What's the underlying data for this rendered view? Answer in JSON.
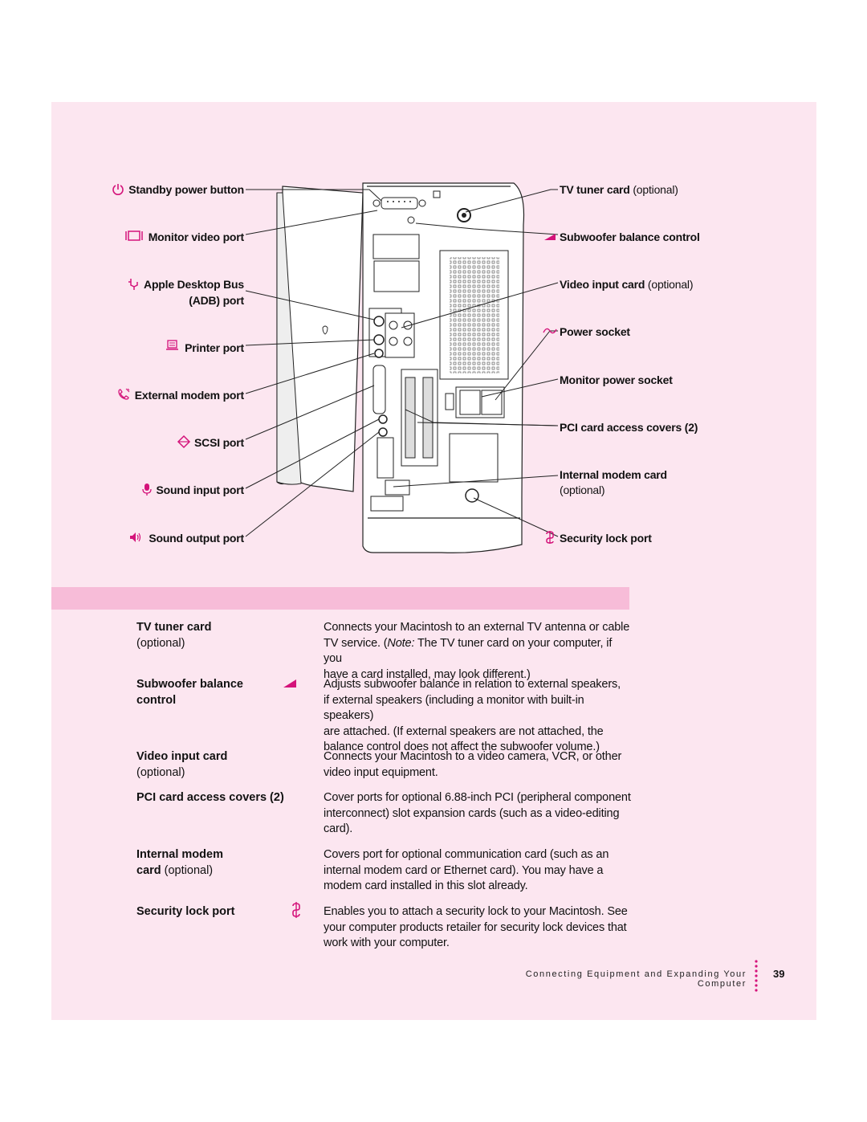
{
  "labels_left": [
    {
      "id": "standby",
      "text": "Standby power button",
      "icon": "power-icon"
    },
    {
      "id": "monitor-video",
      "text": "Monitor video port",
      "icon": "monitor-port-icon"
    },
    {
      "id": "adb",
      "text": "Apple Desktop Bus",
      "text2": "(ADB) port",
      "icon": "adb-icon"
    },
    {
      "id": "printer",
      "text": "Printer port",
      "icon": "printer-icon"
    },
    {
      "id": "modem",
      "text": "External modem port",
      "icon": "phone-icon"
    },
    {
      "id": "scsi",
      "text": "SCSI port",
      "icon": "scsi-icon"
    },
    {
      "id": "sound-in",
      "text": "Sound input port",
      "icon": "microphone-icon"
    },
    {
      "id": "sound-out",
      "text": "Sound output port",
      "icon": "speaker-icon"
    }
  ],
  "labels_right": [
    {
      "id": "tv",
      "text": "TV tuner card",
      "suffix": " (optional)"
    },
    {
      "id": "subwoofer",
      "text": "Subwoofer balance control",
      "icon": "wedge-icon"
    },
    {
      "id": "video-in",
      "text": "Video input card",
      "suffix": " (optional)"
    },
    {
      "id": "power-socket",
      "text": "Power socket",
      "icon": "tilde-icon"
    },
    {
      "id": "monitor-power",
      "text": "Monitor power socket"
    },
    {
      "id": "pci",
      "text": "PCI card access covers (2)"
    },
    {
      "id": "int-modem",
      "text": "Internal modem card",
      "text2": "(optional)"
    },
    {
      "id": "security",
      "text": "Security lock port",
      "icon": "lock-icon"
    }
  ],
  "table": [
    {
      "title": "TV tuner card",
      "title2": "(optional)",
      "desc": [
        "Connects your Macintosh to an external TV antenna or cable",
        "TV service. (",
        "Note:",
        " The TV tuner card on your computer, if you",
        "have a card installed, may look different.)"
      ]
    },
    {
      "title": "Subwoofer balance",
      "title2b": "control",
      "desc": [
        "Adjusts subwoofer balance in relation to external speakers,",
        "if external speakers (including a monitor with built-in speakers)",
        "are attached. (If external speakers are not attached, the",
        "balance control does not affect the subwoofer volume.)"
      ]
    },
    {
      "title": "Video input card",
      "title2": "(optional)",
      "desc": [
        "Connects your Macintosh to a video camera, VCR, or other",
        "video input equipment."
      ]
    },
    {
      "title": "PCI card access covers (2)",
      "desc": [
        "Cover ports for optional 6.88-inch PCI (peripheral component",
        "interconnect) slot expansion cards (such as a video-editing",
        "card)."
      ]
    },
    {
      "title": "Internal modem",
      "title2b": "card",
      "title2c": " (optional)",
      "desc": [
        "Covers port for optional communication card (such as an",
        "internal modem card or Ethernet card). You may have a",
        "modem card installed in this slot already."
      ]
    },
    {
      "title": "Security lock port",
      "desc": [
        "Enables you to attach a security lock to your Macintosh. See",
        "your computer products retailer for security lock devices that",
        "work with your computer."
      ]
    }
  ],
  "footer": {
    "text": "Connecting Equipment and Expanding Your Computer",
    "page": "39"
  },
  "colors": {
    "page": "#fce6f0",
    "band": "#f7bcd8",
    "accent": "#d4137a"
  }
}
